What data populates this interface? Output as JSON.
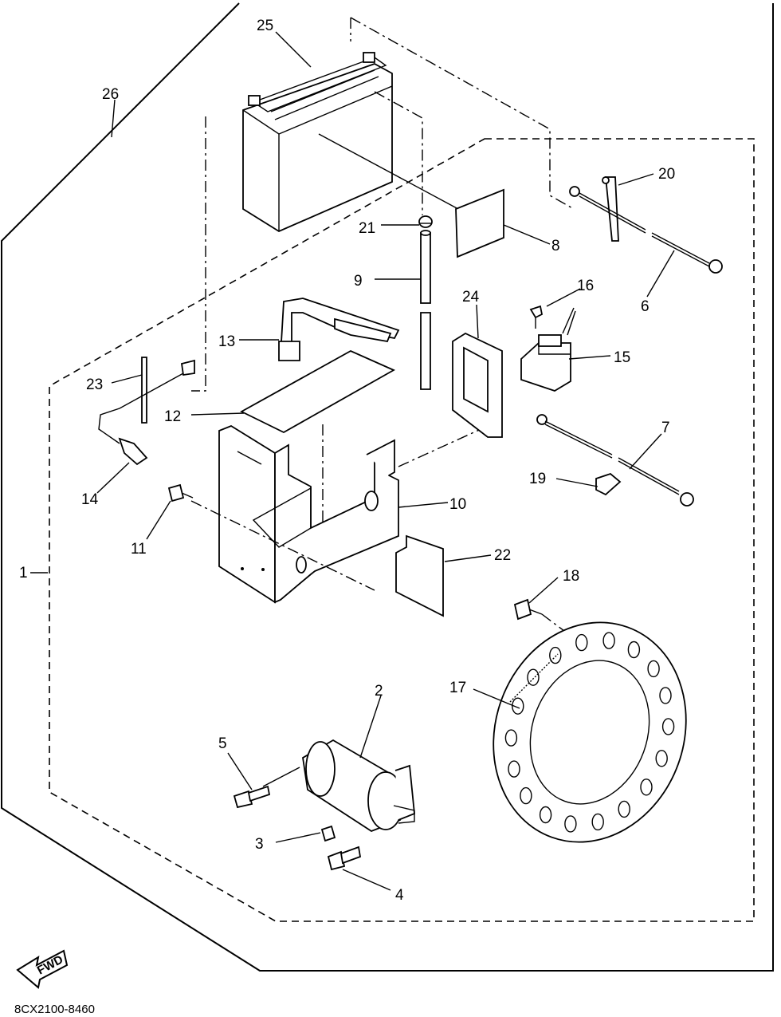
{
  "diagram": {
    "labels": {
      "p1": "1",
      "p2": "2",
      "p3": "3",
      "p4": "4",
      "p5": "5",
      "p6": "6",
      "p7": "7",
      "p8": "8",
      "p9": "9",
      "p10": "10",
      "p11": "11",
      "p12": "12",
      "p13": "13",
      "p14": "14",
      "p15": "15",
      "p16": "16",
      "p17": "17",
      "p18": "18",
      "p19": "19",
      "p20": "20",
      "p21": "21",
      "p22": "22",
      "p23": "23",
      "p24": "24",
      "p25": "25",
      "p26": "26"
    },
    "fwd_label": "FWD",
    "drawing_code": "8CX2100-8460"
  }
}
